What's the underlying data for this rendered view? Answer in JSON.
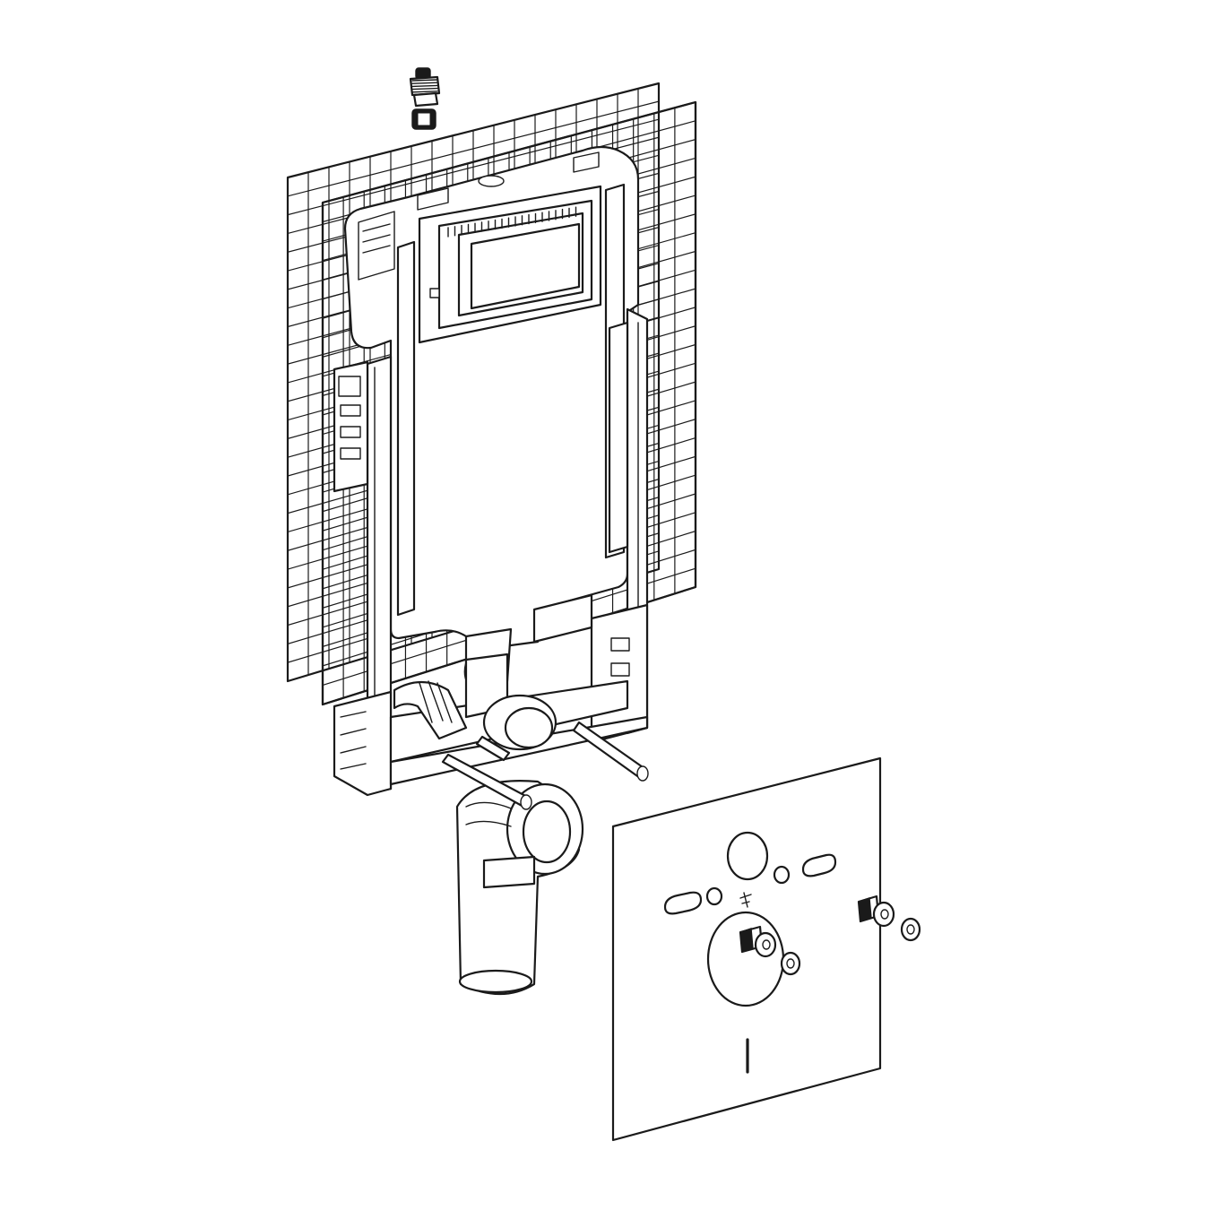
{
  "figure": {
    "kind": "exploded-assembly-drawing",
    "parts": [
      "valve-connector",
      "front-mesh-panel",
      "rear-mesh-panel",
      "cistern-frame",
      "actuator-opening",
      "drain-elbow",
      "threaded-rods",
      "sound-insulation-pad",
      "wall-bolts"
    ],
    "colors": {
      "line": "#1a1a1a",
      "background": "#ffffff"
    }
  }
}
